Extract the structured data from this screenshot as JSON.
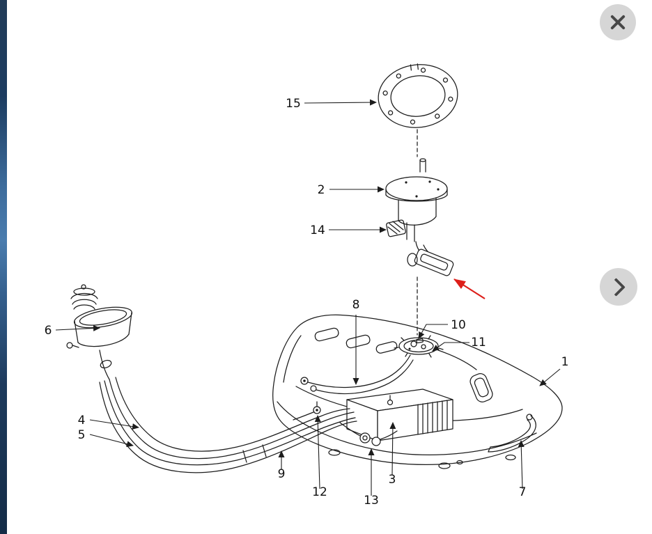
{
  "viewer": {
    "close_icon": "close-x",
    "next_icon": "chevron-right"
  },
  "diagram": {
    "part_labels": [
      "1",
      "2",
      "3",
      "4",
      "5",
      "6",
      "7",
      "8",
      "9",
      "10",
      "11",
      "12",
      "13",
      "14",
      "15"
    ]
  },
  "colors": {
    "canvas": "#ffffff",
    "line": "#1c1c1c",
    "label_text": "#101010",
    "highlight_arrow": "#dd1f1a",
    "button_bg": "#d6d6d6",
    "button_icon": "#474747",
    "side_strip_dark": "#16304d",
    "side_strip_light": "#45759f"
  }
}
